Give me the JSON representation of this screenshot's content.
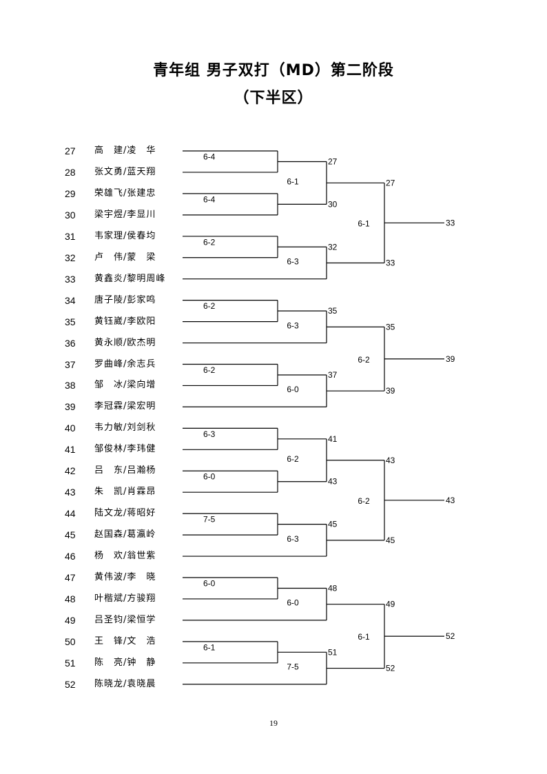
{
  "title": "青年组 男子双打（MD）第二阶段",
  "subtitle": "（下半区）",
  "page_number": "19",
  "players": [
    {
      "seed": "27",
      "name": "高　建/凌　华"
    },
    {
      "seed": "28",
      "name": "张文勇/蓝天翔"
    },
    {
      "seed": "29",
      "name": "荣雄飞/张建忠"
    },
    {
      "seed": "30",
      "name": "梁宇煜/李显川"
    },
    {
      "seed": "31",
      "name": "韦家理/侯春均"
    },
    {
      "seed": "32",
      "name": "卢　伟/蒙　梁"
    },
    {
      "seed": "33",
      "name": "黄鑫炎/黎明周峰"
    },
    {
      "seed": "34",
      "name": "唐子陵/彭家鸣"
    },
    {
      "seed": "35",
      "name": "黄钰崴/李欧阳"
    },
    {
      "seed": "36",
      "name": "黄永顺/欧杰明"
    },
    {
      "seed": "37",
      "name": "罗曲峰/余志兵"
    },
    {
      "seed": "38",
      "name": "邹　冰/梁向增"
    },
    {
      "seed": "39",
      "name": "李冠霖/梁宏明"
    },
    {
      "seed": "40",
      "name": "韦力敏/刘剑秋"
    },
    {
      "seed": "41",
      "name": "邹俊林/李玮健"
    },
    {
      "seed": "42",
      "name": "吕　东/吕瀚杨"
    },
    {
      "seed": "43",
      "name": "朱　凯/肖霖昂"
    },
    {
      "seed": "44",
      "name": "陆文龙/蒋昭好"
    },
    {
      "seed": "45",
      "name": "赵国森/葛瀛岭"
    },
    {
      "seed": "46",
      "name": "杨　欢/翁世紫"
    },
    {
      "seed": "47",
      "name": "黄伟波/李　晓"
    },
    {
      "seed": "48",
      "name": "叶楷斌/方骏翔"
    },
    {
      "seed": "49",
      "name": "吕圣钧/梁恒学"
    },
    {
      "seed": "50",
      "name": "王　锋/文　浩"
    },
    {
      "seed": "51",
      "name": "陈　亮/钟　静"
    },
    {
      "seed": "52",
      "name": "陈晓龙/袁晓晨"
    }
  ],
  "bracket": {
    "r1": [
      {
        "a": 0,
        "b": 1,
        "score": "6-4"
      },
      {
        "a": 2,
        "b": 3,
        "score": "6-4"
      },
      {
        "a": 4,
        "b": 5,
        "score": "6-2"
      },
      {
        "a": 7,
        "b": 8,
        "score": "6-2"
      },
      {
        "a": 10,
        "b": 11,
        "score": "6-2"
      },
      {
        "a": 13,
        "b": 14,
        "score": "6-3"
      },
      {
        "a": 15,
        "b": 16,
        "score": "6-0"
      },
      {
        "a": 17,
        "b": 18,
        "score": "7-5"
      },
      {
        "a": 20,
        "b": 21,
        "score": "6-0"
      },
      {
        "a": 23,
        "b": 24,
        "score": "6-1"
      }
    ],
    "r2": [
      {
        "top": "27",
        "bottom": "30",
        "score": "6-1"
      },
      {
        "top": "32",
        "bottom": "",
        "score": "6-3"
      },
      {
        "top": "35",
        "bottom": "",
        "score": "6-3"
      },
      {
        "top": "37",
        "bottom": "",
        "score": "6-0"
      },
      {
        "top": "41",
        "bottom": "43",
        "score": "6-2"
      },
      {
        "top": "45",
        "bottom": "",
        "score": "6-3"
      },
      {
        "top": "48",
        "bottom": "",
        "score": "6-0"
      },
      {
        "top": "51",
        "bottom": "",
        "score": "7-5"
      }
    ],
    "r3": [
      {
        "top": "27",
        "bottom": "33",
        "score": "6-1",
        "winner": "33"
      },
      {
        "top": "35",
        "bottom": "39",
        "score": "6-2",
        "winner": "39"
      },
      {
        "top": "43",
        "bottom": "45",
        "score": "6-2",
        "winner": "43"
      },
      {
        "top": "49",
        "bottom": "52",
        "score": "6-1",
        "winner": "52"
      }
    ]
  }
}
